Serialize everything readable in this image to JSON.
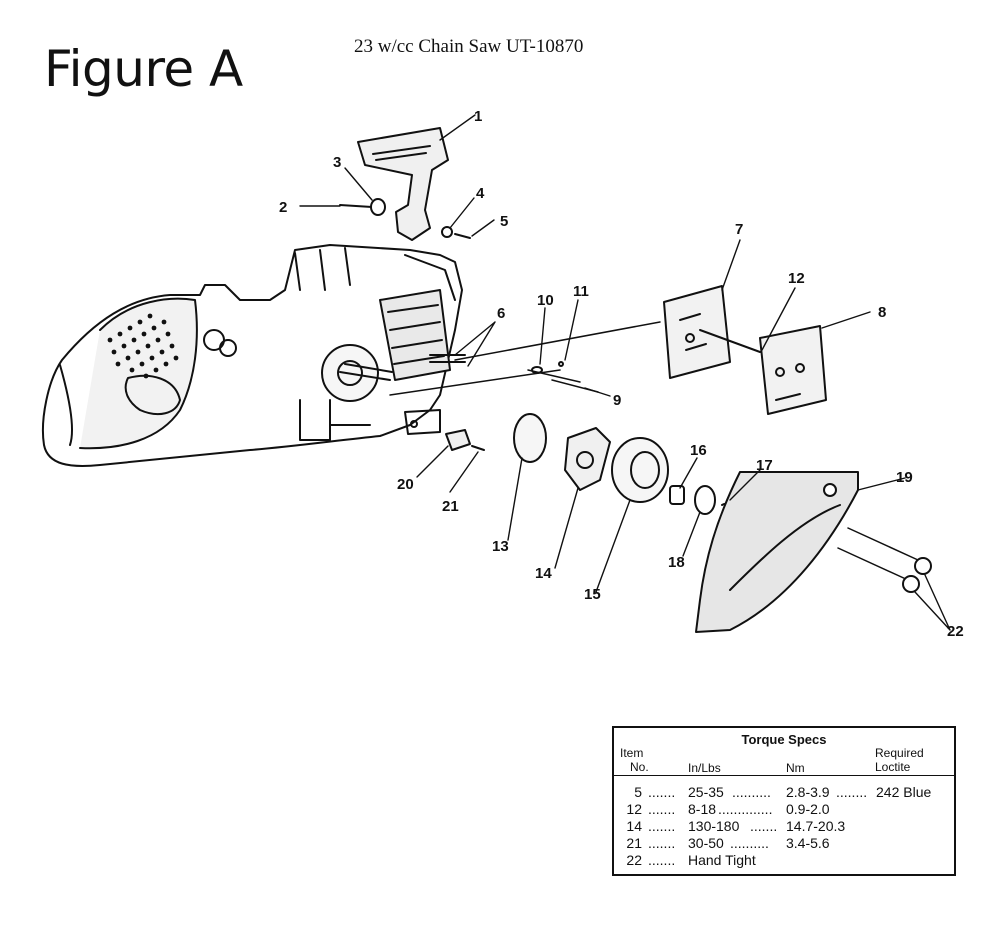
{
  "figure_label": "Figure A",
  "diagram_title": "23 w/cc Chain Saw UT-10870",
  "callouts": [
    "1",
    "2",
    "3",
    "4",
    "5",
    "6",
    "7",
    "8",
    "9",
    "10",
    "11",
    "12",
    "13",
    "14",
    "15",
    "16",
    "17",
    "18",
    "19",
    "20",
    "21",
    "22"
  ],
  "torque_specs": {
    "title": "Torque Specs",
    "headers": {
      "item_line1": "Item",
      "item_line2": "No.",
      "inlbs": "In/Lbs",
      "nm": "Nm",
      "loctite_line1": "Required",
      "loctite_line2": "Loctite"
    },
    "rows": [
      {
        "item": "5",
        "inlbs": "25-35",
        "nm": "2.8-3.9",
        "loctite": "242 Blue"
      },
      {
        "item": "12",
        "inlbs": "8-18",
        "nm": "0.9-2.0",
        "loctite": ""
      },
      {
        "item": "14",
        "inlbs": "130-180",
        "nm": "14.7-20.3",
        "loctite": ""
      },
      {
        "item": "21",
        "inlbs": "30-50",
        "nm": "3.4-5.6",
        "loctite": ""
      },
      {
        "item": "22",
        "inlbs": "Hand Tight",
        "nm": "",
        "loctite": ""
      }
    ]
  }
}
